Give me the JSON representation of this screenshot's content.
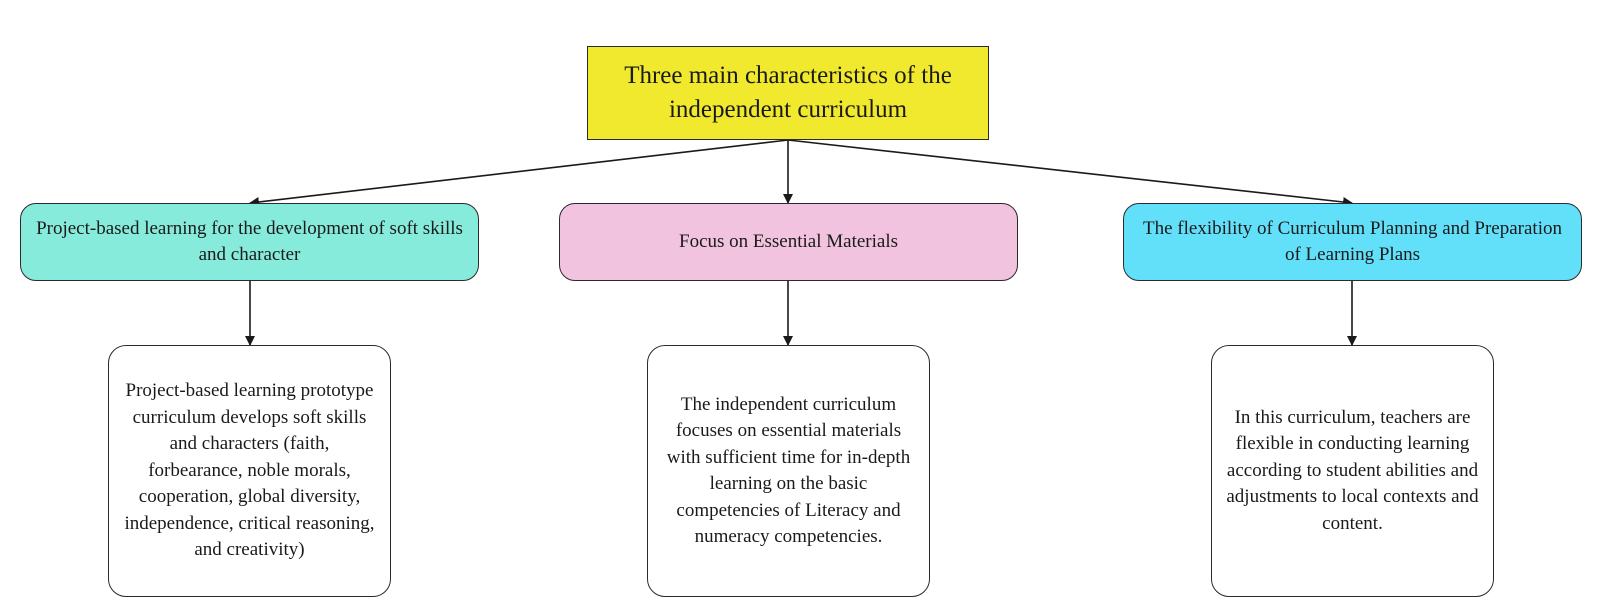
{
  "diagram": {
    "root": {
      "text": "Three main characteristics of the independent curriculum",
      "color": "#f1e92d"
    },
    "branches": [
      {
        "title": "Project-based learning for the development of soft skills and character",
        "color": "#86ebdb",
        "detail": "Project-based learning prototype curriculum develops soft skills and characters (faith, forbearance, noble morals, cooperation, global diversity, independence, critical reasoning, and creativity)"
      },
      {
        "title": "Focus on Essential Materials",
        "color": "#f1c3de",
        "detail": "The independent curriculum focuses on essential materials with sufficient time for in-depth learning on the basic competencies of Literacy and numeracy competencies."
      },
      {
        "title": "The flexibility of Curriculum Planning and Preparation of Learning Plans",
        "color": "#62e0f9",
        "detail": "In this curriculum, teachers are flexible in conducting learning according to student abilities and adjustments to local contexts and content."
      }
    ]
  }
}
